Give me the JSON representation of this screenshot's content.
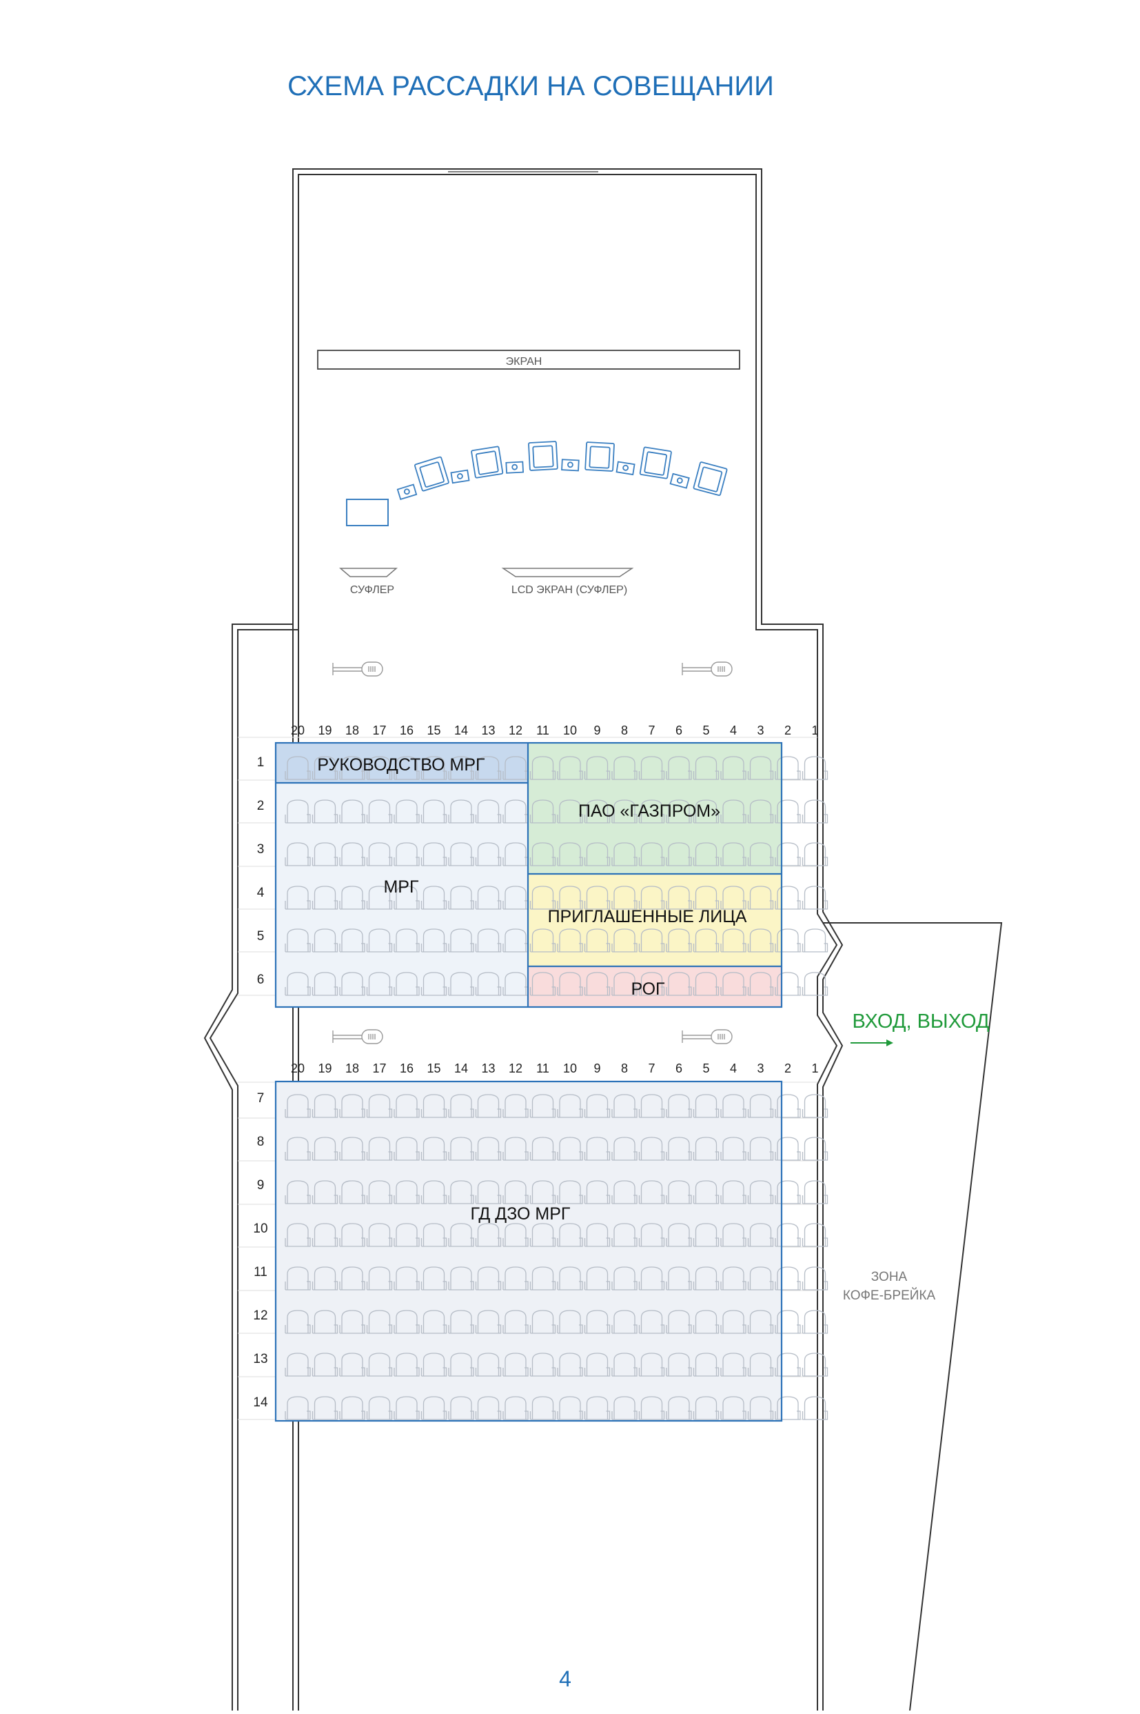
{
  "title": "СХЕМА РАССАДКИ НА СОВЕЩАНИИ",
  "page_number": "4",
  "stage": {
    "screen_label": "ЭКРАН",
    "prompter_label": "СУФЛЕР",
    "lcd_label": "LCD ЭКРАН (СУФЛЕР)"
  },
  "hall": {
    "seat_numbers": [
      "20",
      "19",
      "18",
      "17",
      "16",
      "15",
      "14",
      "13",
      "12",
      "11",
      "10",
      "9",
      "8",
      "7",
      "6",
      "5",
      "4",
      "3",
      "2",
      "1"
    ],
    "rows_upper": [
      "1",
      "2",
      "3",
      "4",
      "5",
      "6"
    ],
    "rows_lower": [
      "7",
      "8",
      "9",
      "10",
      "11",
      "12",
      "13",
      "14"
    ]
  },
  "zones": {
    "mrg_leadership": "РУКОВОДСТВО МРГ",
    "gazprom": "ПАО «ГАЗПРОМ»",
    "mrg": "МРГ",
    "invited": "ПРИГЛАШЕННЫЕ ЛИЦА",
    "rog": "РОГ",
    "gd_dzo": "ГД ДЗО МРГ"
  },
  "entrance_label": "ВХОД, ВЫХОД",
  "coffee_zone": {
    "line1": "ЗОНА",
    "line2": "КОФЕ-БРЕЙКА"
  },
  "colors": {
    "title": "#1f6fb7",
    "zone_border": "#2c72b8",
    "leadership_fill": "#c7d9ee",
    "gazprom_fill": "#d6ecd6",
    "mrg_fill": "#eef3f9",
    "invited_fill": "#fbf5c6",
    "rog_fill": "#f9dcdc",
    "gd_fill": "#eef1f6",
    "entrance": "#1f9a3a",
    "chair_icon": "#3a7fc1"
  }
}
